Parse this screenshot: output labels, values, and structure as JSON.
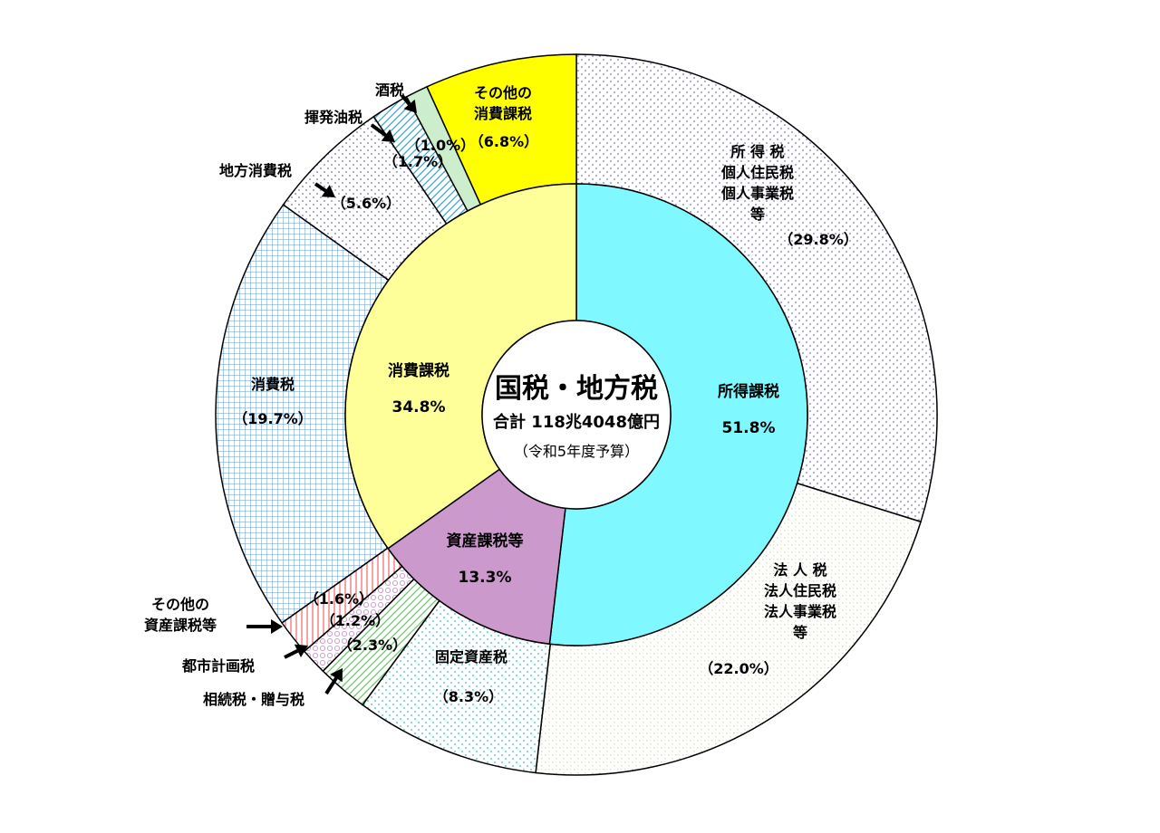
{
  "chart_data": {
    "type": "pie",
    "subtype": "double-donut",
    "title": "国税・地方税",
    "total_label": "合計 118兆4048億円",
    "note": "（令和5年度予算）",
    "inner": [
      {
        "label": "所得課税",
        "pct_label": "51.8%",
        "value": 51.8,
        "color": "#7ff8ff"
      },
      {
        "label": "資産課税等",
        "pct_label": "13.3%",
        "value": 13.3,
        "color": "#cc99cc"
      },
      {
        "label": "消費課税",
        "pct_label": "34.8%",
        "value": 34.8,
        "color": "#ffff99"
      }
    ],
    "outer": [
      {
        "label": "所 得 税\n個人住民税\n個人事業税\n等",
        "pct_label": "（29.8%）",
        "value": 29.8,
        "color": "#9999cc",
        "pattern": "dots"
      },
      {
        "label": "法 人 税\n法人住民税\n法人事業税\n等",
        "pct_label": "（22.0%）",
        "value": 22.0,
        "color": "#e6e680",
        "pattern": "dots-fine"
      },
      {
        "label": "固定資産税",
        "pct_label": "（8.3%）",
        "value": 8.3,
        "color": "#66cccc",
        "pattern": "dots"
      },
      {
        "label": "相続税・贈与税",
        "pct_label": "（2.3%）",
        "value": 2.3,
        "color": "#66cc66",
        "pattern": "diag"
      },
      {
        "label": "都市計画税",
        "pct_label": "（1.2%）",
        "value": 1.2,
        "color": "#cc99cc",
        "pattern": "circles"
      },
      {
        "label": "その他の\n資産課税等",
        "pct_label": "（1.6%）",
        "value": 1.6,
        "color": "#ee6666",
        "pattern": "vlines"
      },
      {
        "label": "消費税",
        "pct_label": "（19.7%）",
        "value": 19.7,
        "color": "#6699cc",
        "pattern": "grid"
      },
      {
        "label": "地方消費税",
        "pct_label": "（5.6%）",
        "value": 5.6,
        "color": "#9999bb",
        "pattern": "dots"
      },
      {
        "label": "揮発油税",
        "pct_label": "（1.7%）",
        "value": 1.7,
        "color": "#33aadd",
        "pattern": "diag"
      },
      {
        "label": "酒税",
        "pct_label": "（1.0%）",
        "value": 1.0,
        "color": "#cceecc",
        "pattern": "solid"
      },
      {
        "label": "その他の\n消費課税",
        "pct_label": "（6.8%）",
        "value": 6.8,
        "color": "#ffff00",
        "pattern": "solid"
      }
    ]
  }
}
